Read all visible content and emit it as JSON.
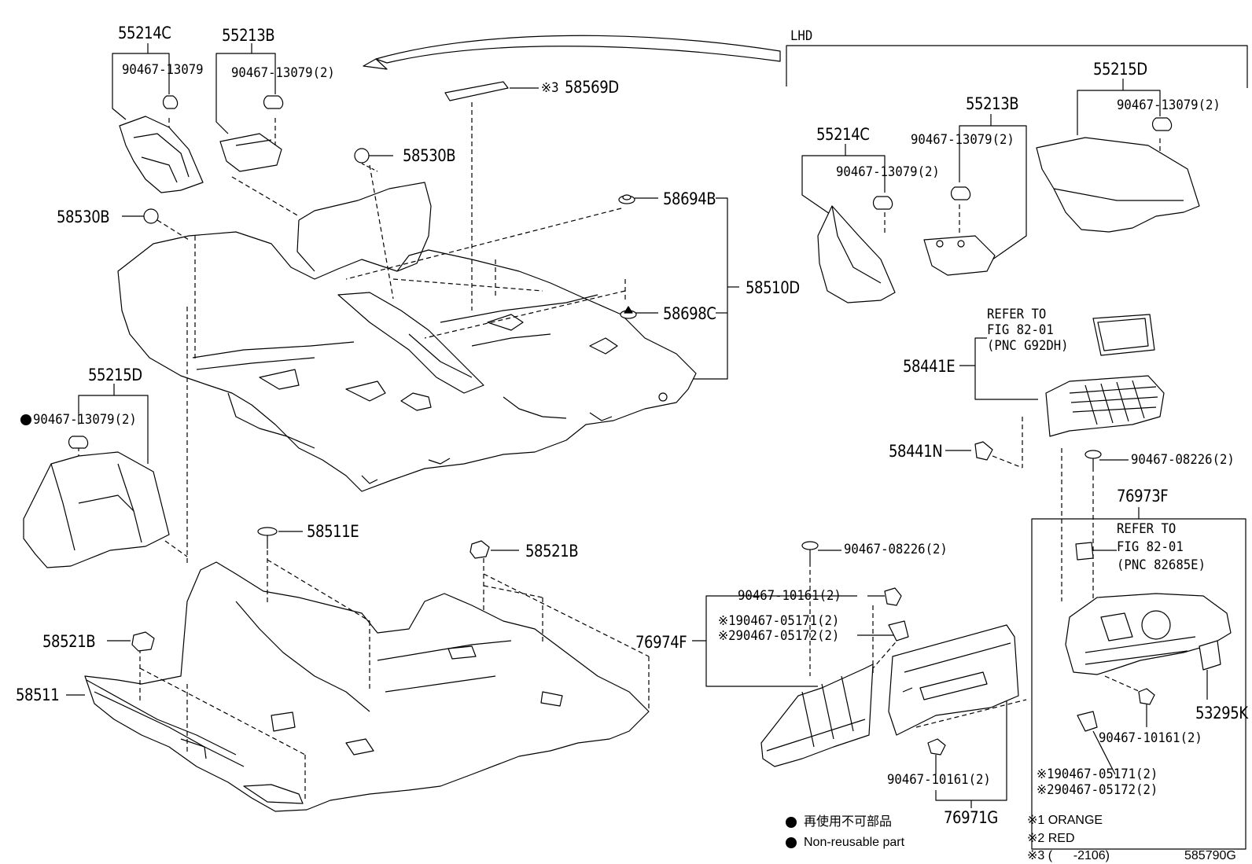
{
  "header": {
    "lhd_label": "LHD"
  },
  "callouts": {
    "p55214C_left": "55214C",
    "p55213B_left": "55213B",
    "p90467_13079_a": "90467-13079",
    "p90467_13079_b": "90467-13079(2)",
    "p58569D": "58569D",
    "p58569D_mark": "※3",
    "p58530B_top": "58530B",
    "p58530B_left": "58530B",
    "p58694B": "58694B",
    "p58510D": "58510D",
    "p58698C": "58698C",
    "p55215D_left": "55215D",
    "p90467_13079_c": "90467-13079(2)",
    "p58511E": "58511E",
    "p58521B_top": "58521B",
    "p58521B_left": "58521B",
    "p58511": "58511",
    "p55214C_right": "55214C",
    "p90467_13079_d": "90467-13079(2)",
    "p55213B_right": "55213B",
    "p90467_13079_e": "90467-13079(2)",
    "p55215D_right": "55215D",
    "p90467_13079_f": "90467-13079(2)",
    "p58441E": "58441E",
    "refer1_l1": "REFER TO",
    "refer1_l2": "FIG 82-01",
    "refer1_l3": "(PNC G92DH)",
    "p58441N": "58441N",
    "p90467_08226_a": "90467-08226(2)",
    "p76973F": "76973F",
    "refer2_l1": "REFER TO",
    "refer2_l2": "FIG 82-01",
    "refer2_l3": "(PNC 82685E)",
    "p90467_08226_b": "90467-08226(2)",
    "p90467_10161_a": "90467-10161(2)",
    "p76974F": "76974F",
    "p90467_05171_a": "※190467-05171(2)",
    "p90467_05172_a": "※290467-05172(2)",
    "p53295K": "53295K",
    "p90467_10161_b": "90467-10161(2)",
    "p90467_10161_c": "90467-10161(2)",
    "p76971G": "76971G",
    "p90467_05171_b": "※190467-05171(2)",
    "p90467_05172_b": "※290467-05172(2)"
  },
  "legend": {
    "non_reusable_jp": "再使用不可部品",
    "non_reusable_en": "Non-reusable part",
    "note1": "※1 ORANGE",
    "note2": "※2 RED",
    "note3": "※3 (      -2106)",
    "figure_id": "585790G"
  }
}
